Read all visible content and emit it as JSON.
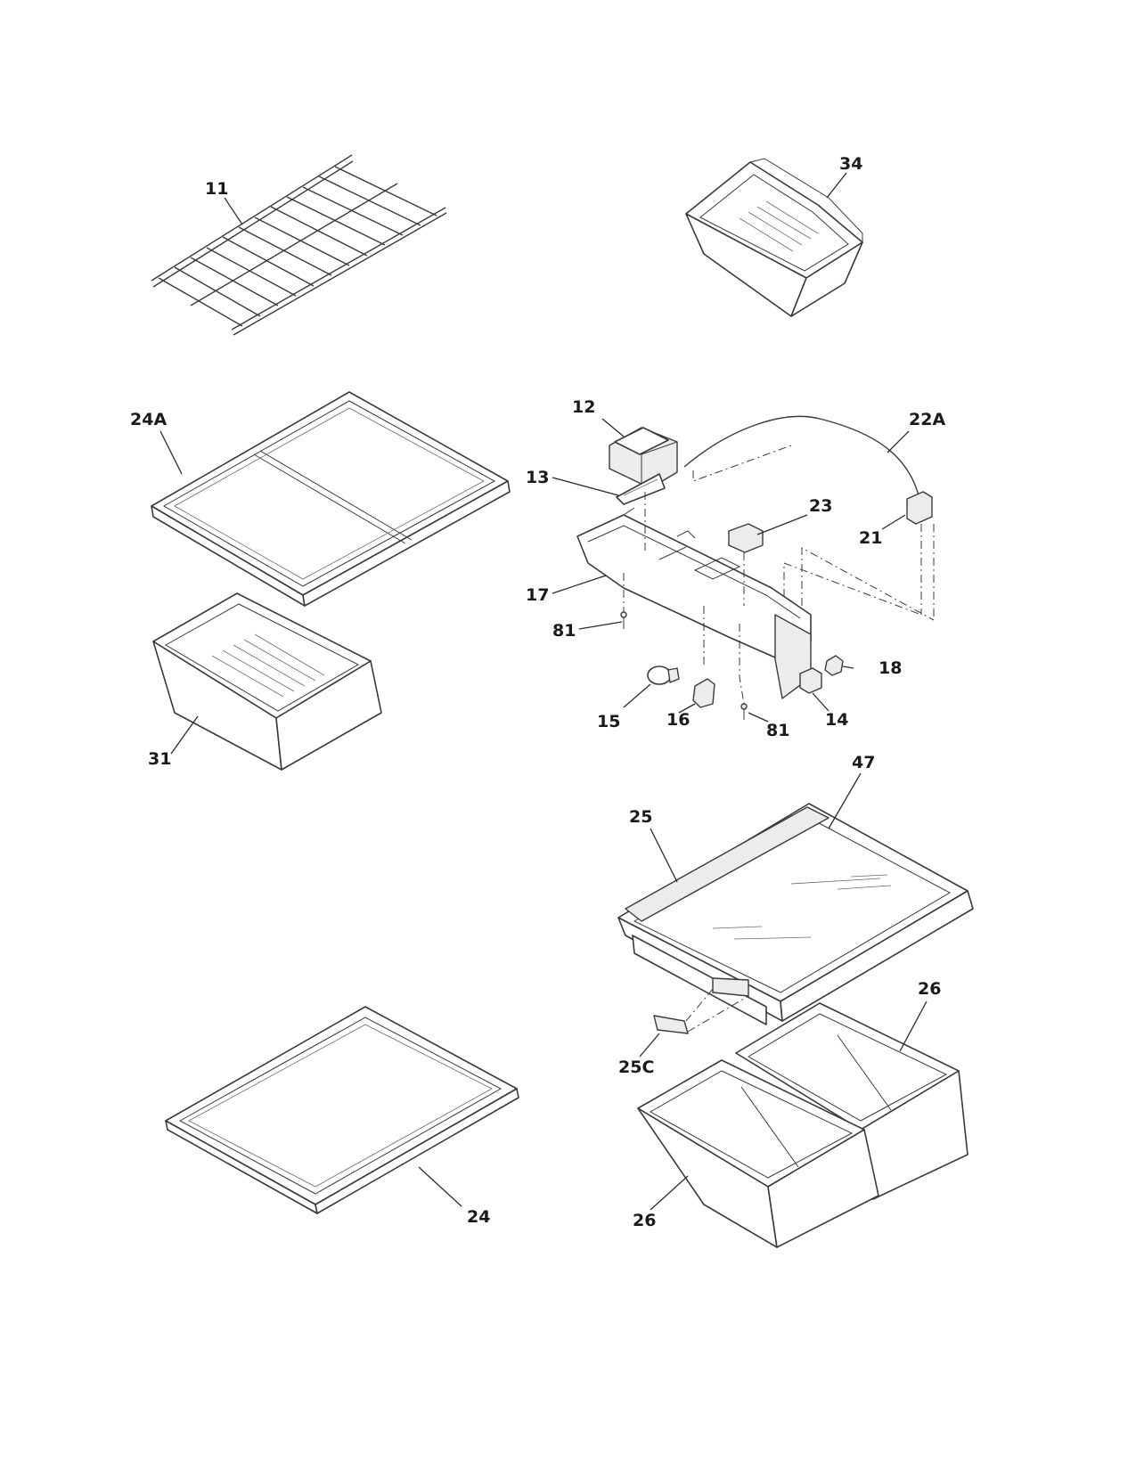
{
  "callouts": {
    "c11": "11",
    "c34": "34",
    "c24a": "24A",
    "c12": "12",
    "c22a": "22A",
    "c13": "13",
    "c23": "23",
    "c21": "21",
    "c17": "17",
    "c81a": "81",
    "c18": "18",
    "c15": "15",
    "c16": "16",
    "c14": "14",
    "c81b": "81",
    "c31": "31",
    "c47": "47",
    "c25": "25",
    "c26a": "26",
    "c25c": "25C",
    "c24": "24",
    "c26b": "26"
  }
}
